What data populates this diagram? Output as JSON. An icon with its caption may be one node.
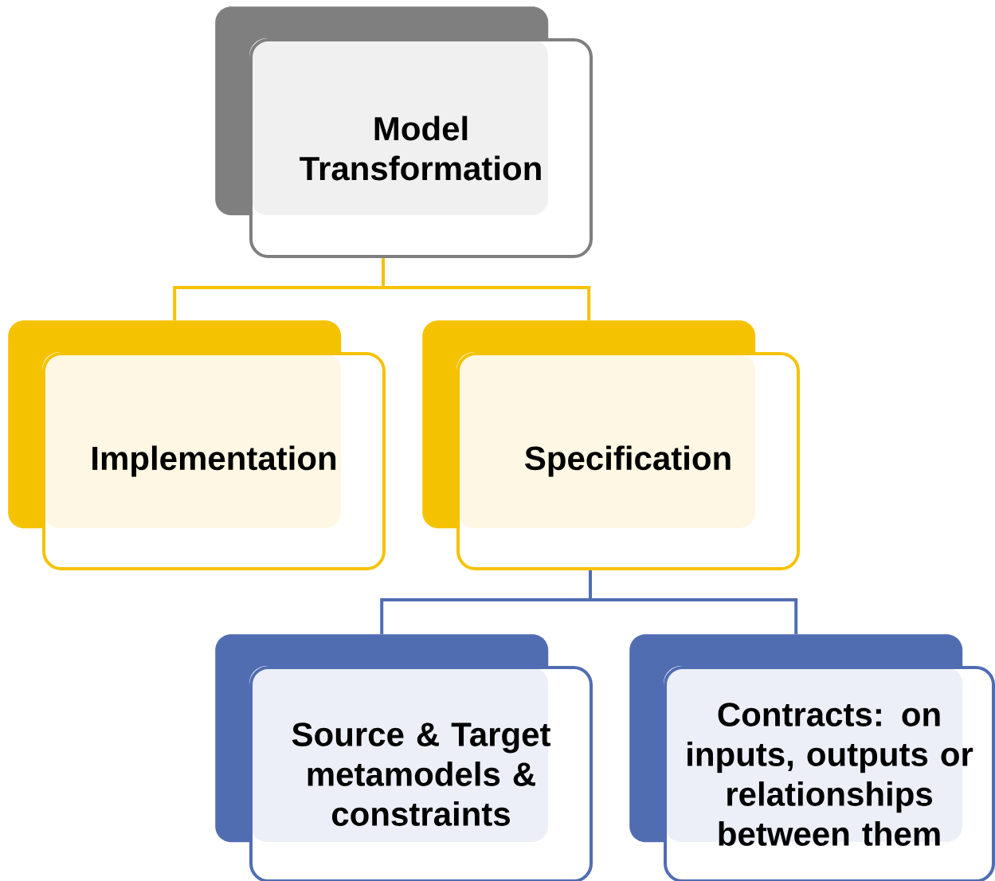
{
  "diagram": {
    "nodes": [
      {
        "text": [
          "Model Transformation"
        ]
      },
      {
        "text": [
          "Implementation"
        ]
      },
      {
        "text": [
          "Specification"
        ]
      },
      {
        "text": [
          "Source & Target metamodels & constraints"
        ]
      },
      {
        "text": [
          "Contracts: on inputs, outputs or relationships between them"
        ]
      }
    ],
    "edges": [
      {
        "from": 0,
        "to": 1,
        "arrow": "none",
        "color": "#f5c200"
      },
      {
        "from": 0,
        "to": 2,
        "arrow": "none",
        "color": "#f5c200"
      },
      {
        "from": 2,
        "to": 3,
        "arrow": "none",
        "color": "#516db2"
      },
      {
        "from": 2,
        "to": 4,
        "arrow": "none",
        "color": "#516db2"
      }
    ]
  }
}
